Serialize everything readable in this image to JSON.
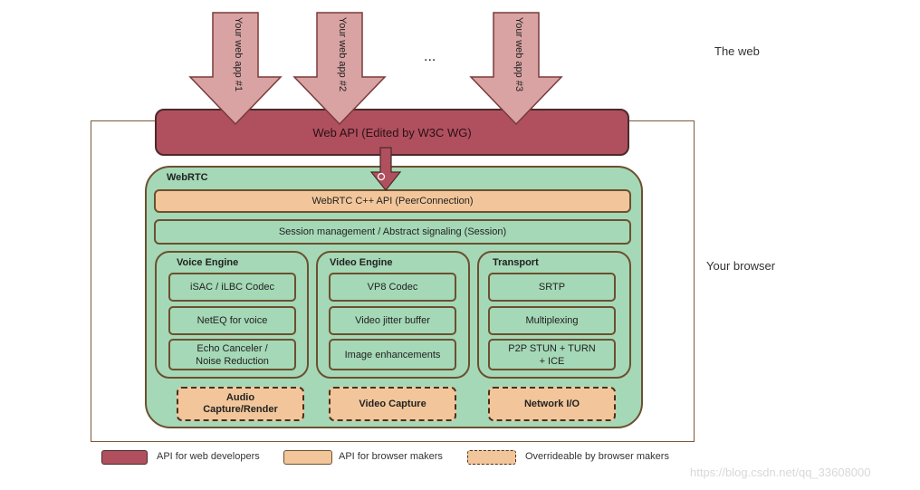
{
  "apps": [
    "Your web app #1",
    "Your web app #2",
    "Your web app #3"
  ],
  "ellipsis": "...",
  "side_labels": {
    "web": "The web",
    "browser": "Your browser"
  },
  "web_api": "Web API (Edited by W3C WG)",
  "webrtc": {
    "title": "WebRTC",
    "cpp_api": "WebRTC C++ API (PeerConnection)",
    "session": "Session management / Abstract signaling (Session)",
    "voice": {
      "title": "Voice Engine",
      "items": [
        "iSAC / iLBC Codec",
        "NetEQ for voice",
        "Echo Canceler / Noise Reduction"
      ],
      "capture": "Audio Capture/Render"
    },
    "video": {
      "title": "Video Engine",
      "items": [
        "VP8 Codec",
        "Video jitter buffer",
        "Image enhancements"
      ],
      "capture": "Video Capture"
    },
    "transport": {
      "title": "Transport",
      "items": [
        "SRTP",
        "Multiplexing",
        "P2P STUN + TURN + ICE"
      ],
      "capture": "Network I/O"
    }
  },
  "legend": [
    {
      "label": "API for web developers",
      "color": "#b0505f"
    },
    {
      "label": "API for browser makers",
      "color": "#f2c69a"
    },
    {
      "label": "Overrideable by browser makers",
      "color": "#f2c69a"
    }
  ],
  "watermark": "https://blog.csdn.net/qq_33608000"
}
